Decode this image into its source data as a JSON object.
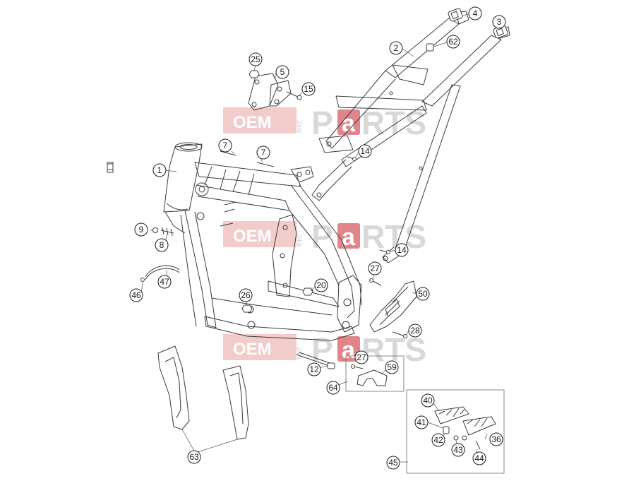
{
  "watermark": {
    "oem": "OEM",
    "bike": "BIKE",
    "p": "P",
    "a": "a",
    "rts": "RTS"
  },
  "callouts": [
    {
      "id": "c1",
      "label": "1"
    },
    {
      "id": "c2",
      "label": "2"
    },
    {
      "id": "c3",
      "label": "3"
    },
    {
      "id": "c4",
      "label": "4"
    },
    {
      "id": "c5",
      "label": "5"
    },
    {
      "id": "c7a",
      "label": "7"
    },
    {
      "id": "c7b",
      "label": "7"
    },
    {
      "id": "c8",
      "label": "8"
    },
    {
      "id": "c9",
      "label": "9"
    },
    {
      "id": "c12",
      "label": "12"
    },
    {
      "id": "c14a",
      "label": "14"
    },
    {
      "id": "c14b",
      "label": "14"
    },
    {
      "id": "c15",
      "label": "15"
    },
    {
      "id": "c20",
      "label": "20"
    },
    {
      "id": "c25",
      "label": "25"
    },
    {
      "id": "c26",
      "label": "26"
    },
    {
      "id": "c27a",
      "label": "27"
    },
    {
      "id": "c27b",
      "label": "27"
    },
    {
      "id": "c28",
      "label": "28"
    },
    {
      "id": "c36",
      "label": "36"
    },
    {
      "id": "c40",
      "label": "40"
    },
    {
      "id": "c41",
      "label": "41"
    },
    {
      "id": "c42",
      "label": "42"
    },
    {
      "id": "c43",
      "label": "43"
    },
    {
      "id": "c44",
      "label": "44"
    },
    {
      "id": "c45",
      "label": "45"
    },
    {
      "id": "c46",
      "label": "46"
    },
    {
      "id": "c47",
      "label": "47"
    },
    {
      "id": "c50",
      "label": "50"
    },
    {
      "id": "c59",
      "label": "59"
    },
    {
      "id": "c62",
      "label": "62"
    },
    {
      "id": "c63",
      "label": "63"
    },
    {
      "id": "c64",
      "label": "64"
    }
  ],
  "colors": {
    "line": "#3a3a3a",
    "watermark_red": "#e8a0a0",
    "watermark_a": "#d9666e",
    "watermark_grey": "#cfcfcf"
  }
}
